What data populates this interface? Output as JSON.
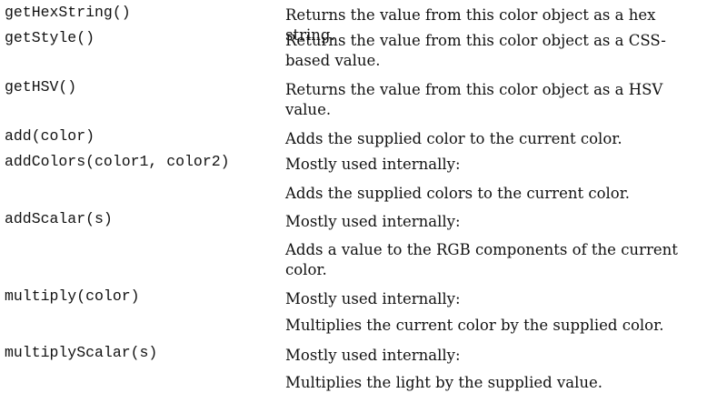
{
  "rows": [
    {
      "method": "getHexString()",
      "description": [
        "Returns the value from this color object as a hex string."
      ]
    },
    {
      "method": "getStyle()",
      "description": [
        "Returns the value from this color object as a CSS-based value."
      ]
    },
    {
      "method": "getHSV()",
      "description": [
        "Returns the value from this color object as a HSV value."
      ]
    },
    {
      "method": "add(color)",
      "description": [
        "Adds the supplied color to the current color."
      ]
    },
    {
      "method": "addColors(color1, color2)",
      "description": [
        "Mostly used internally:",
        "Adds the supplied colors to the current color."
      ]
    },
    {
      "method": "addScalar(s)",
      "description": [
        "Mostly used internally:",
        "Adds a value to the RGB components of the current color."
      ]
    },
    {
      "method": "multiply(color)",
      "description": [
        "Mostly used internally:",
        "Multiplies the current color by the supplied color."
      ]
    },
    {
      "method": "multiplyScalar(s)",
      "description": [
        "Mostly used internally:",
        "Multiplies the light by the supplied value."
      ]
    }
  ]
}
